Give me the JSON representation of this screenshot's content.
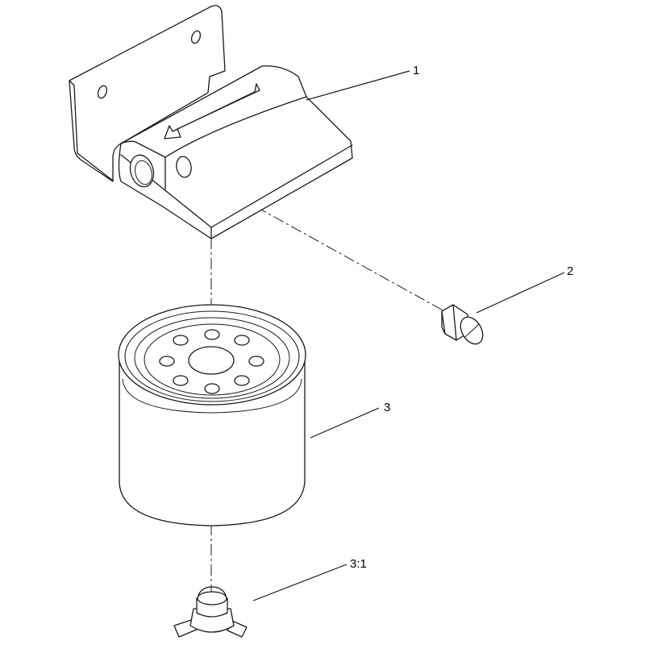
{
  "callouts": {
    "c1": "1",
    "c2": "2",
    "c3": "3",
    "c3_1": "3:1"
  }
}
